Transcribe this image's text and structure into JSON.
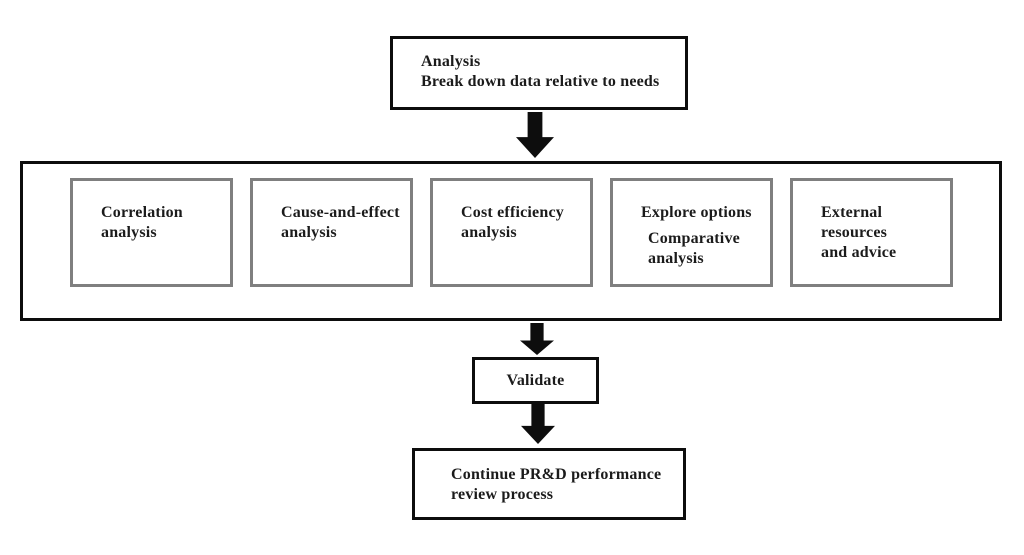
{
  "diagram": {
    "title_box": {
      "text": "Analysis\nBreak down data relative to needs"
    },
    "method_boxes": [
      {
        "text": "Correlation\nanalysis"
      },
      {
        "text": "Cause-and-effect\nanalysis"
      },
      {
        "text": "Cost efficiency\nanalysis"
      },
      {
        "text": "Explore options",
        "text2": "Comparative\nanalysis"
      },
      {
        "text": "External resources\nand advice"
      }
    ],
    "validate_box": {
      "text": "Validate"
    },
    "continue_box": {
      "text": "Continue PR&D performance\nreview process"
    },
    "icons": {
      "connector": "down-arrow"
    },
    "colors": {
      "outer_border": "#0d0d0d",
      "inner_border": "#7f7f7f",
      "text": "#1b1b1b",
      "background": "#ffffff"
    }
  }
}
